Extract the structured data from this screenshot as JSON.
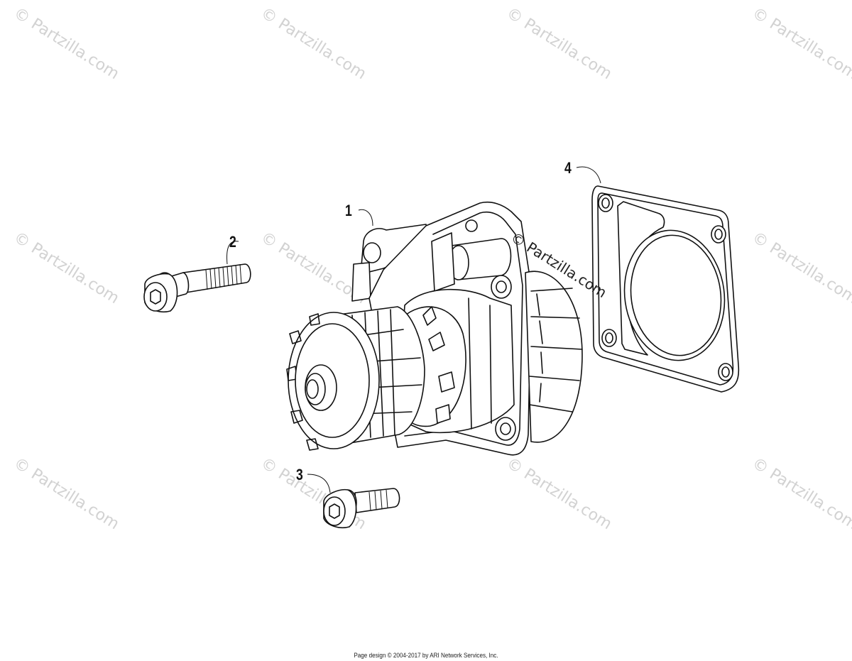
{
  "callouts": [
    "1",
    "2",
    "3",
    "4"
  ],
  "watermark": {
    "symbol": "©",
    "text": "Partzilla.com"
  },
  "footer": "Page design © 2004-2017 by ARI Network Services, Inc.",
  "colors": {
    "line": "#111111",
    "watermark": "#d2d2d2",
    "background": "#ffffff"
  }
}
